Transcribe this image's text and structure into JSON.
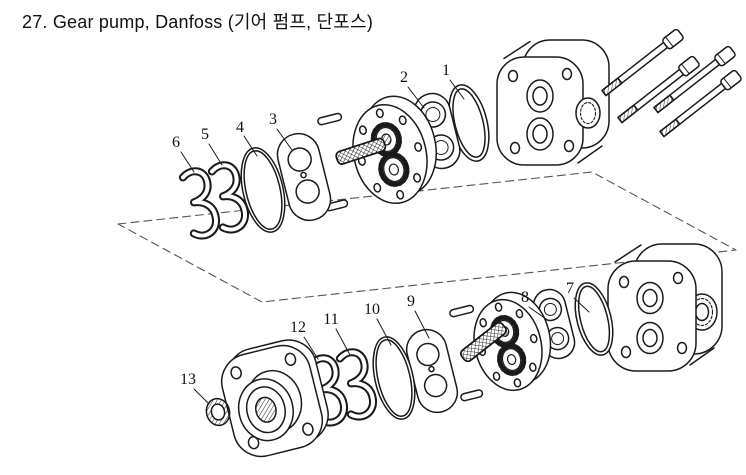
{
  "title": "27. Gear pump, Danfoss (기어 펌프, 단포스)",
  "diagram": {
    "type": "exploded-parts-diagram",
    "subject": "Gear pump, Danfoss",
    "part_labels": [
      "1",
      "2",
      "3",
      "4",
      "5",
      "6",
      "7",
      "8",
      "9",
      "10",
      "11",
      "12",
      "13"
    ],
    "colors": {
      "line": "#1a1a1a",
      "background": "#ffffff",
      "dashed_guide": "#555555"
    }
  }
}
